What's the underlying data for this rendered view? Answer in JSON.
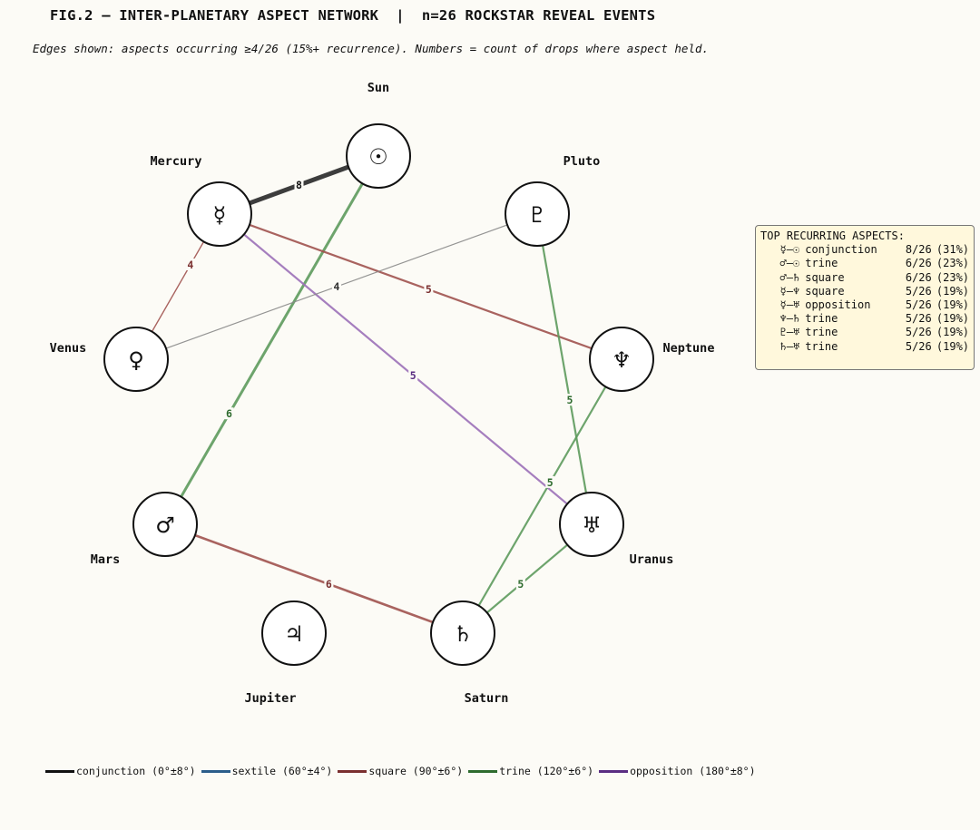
{
  "header": {
    "title": "FIG.2 — INTER-PLANETARY ASPECT NETWORK  |  n=26 ROCKSTAR REVEAL EVENTS",
    "subtitle": "Edges shown: aspects occurring ≥4/26 (15%+ recurrence). Numbers = count of drops where aspect held."
  },
  "aspect_colors": {
    "conjunction": "#333333",
    "sextile": "#2b5d8a",
    "square": "#a0524f",
    "trine": "#5d9a5d",
    "opposition": "#9b70b8",
    "weak": "#888888"
  },
  "label_colors": {
    "conjunction": "#111111",
    "square": "#7a2f2f",
    "trine": "#2e6b2e",
    "opposition": "#5a2d82",
    "weak": "#333333"
  },
  "planets": [
    {
      "id": "sun",
      "name": "Sun",
      "glyph": "☉",
      "glyph_icon": "sun-icon"
    },
    {
      "id": "mercury",
      "name": "Mercury",
      "glyph": "☿",
      "glyph_icon": "mercury-icon"
    },
    {
      "id": "pluto",
      "name": "Pluto",
      "glyph": "♇",
      "glyph_icon": "pluto-icon"
    },
    {
      "id": "venus",
      "name": "Venus",
      "glyph": "♀",
      "glyph_icon": "venus-icon"
    },
    {
      "id": "neptune",
      "name": "Neptune",
      "glyph": "♆",
      "glyph_icon": "neptune-icon"
    },
    {
      "id": "mars",
      "name": "Mars",
      "glyph": "♂",
      "glyph_icon": "mars-icon"
    },
    {
      "id": "uranus",
      "name": "Uranus",
      "glyph": "♅",
      "glyph_icon": "uranus-icon"
    },
    {
      "id": "jupiter",
      "name": "Jupiter",
      "glyph": "♃",
      "glyph_icon": "jupiter-icon"
    },
    {
      "id": "saturn",
      "name": "Saturn",
      "glyph": "♄",
      "glyph_icon": "saturn-icon"
    }
  ],
  "edges": [
    {
      "from": "mercury",
      "to": "sun",
      "type": "conjunction",
      "count": 8
    },
    {
      "from": "mars",
      "to": "sun",
      "type": "trine",
      "count": 6
    },
    {
      "from": "mars",
      "to": "saturn",
      "type": "square",
      "count": 6
    },
    {
      "from": "mercury",
      "to": "neptune",
      "type": "square",
      "count": 5
    },
    {
      "from": "mercury",
      "to": "uranus",
      "type": "opposition",
      "count": 5
    },
    {
      "from": "neptune",
      "to": "saturn",
      "type": "trine",
      "count": 5
    },
    {
      "from": "pluto",
      "to": "uranus",
      "type": "trine",
      "count": 5
    },
    {
      "from": "saturn",
      "to": "uranus",
      "type": "trine",
      "count": 5
    },
    {
      "from": "mercury",
      "to": "venus",
      "type": "square",
      "count": 4
    },
    {
      "from": "venus",
      "to": "pluto",
      "type": "weak",
      "count": 4
    }
  ],
  "top_aspects": {
    "title": "TOP RECURRING ASPECTS:",
    "rows": [
      {
        "pair": "☿—☉",
        "type": "conjunction",
        "count": "8/26",
        "pct": "(31%)"
      },
      {
        "pair": "♂—☉",
        "type": "trine",
        "count": "6/26",
        "pct": "(23%)"
      },
      {
        "pair": "♂—♄",
        "type": "square",
        "count": "6/26",
        "pct": "(23%)"
      },
      {
        "pair": "☿—♆",
        "type": "square",
        "count": "5/26",
        "pct": "(19%)"
      },
      {
        "pair": "☿—♅",
        "type": "opposition",
        "count": "5/26",
        "pct": "(19%)"
      },
      {
        "pair": "♆—♄",
        "type": "trine",
        "count": "5/26",
        "pct": "(19%)"
      },
      {
        "pair": "♇—♅",
        "type": "trine",
        "count": "5/26",
        "pct": "(19%)"
      },
      {
        "pair": "♄—♅",
        "type": "trine",
        "count": "5/26",
        "pct": "(19%)"
      }
    ]
  },
  "legend": [
    {
      "type": "conjunction",
      "label": "conjunction (0°±8°)",
      "color": "#111111"
    },
    {
      "type": "sextile",
      "label": "sextile (60°±4°)",
      "color": "#2b5d8a"
    },
    {
      "type": "square",
      "label": "square (90°±6°)",
      "color": "#7a2f2f"
    },
    {
      "type": "trine",
      "label": "trine (120°±6°)",
      "color": "#2e6b2e"
    },
    {
      "type": "opposition",
      "label": "opposition (180°±8°)",
      "color": "#5a2d82"
    }
  ]
}
